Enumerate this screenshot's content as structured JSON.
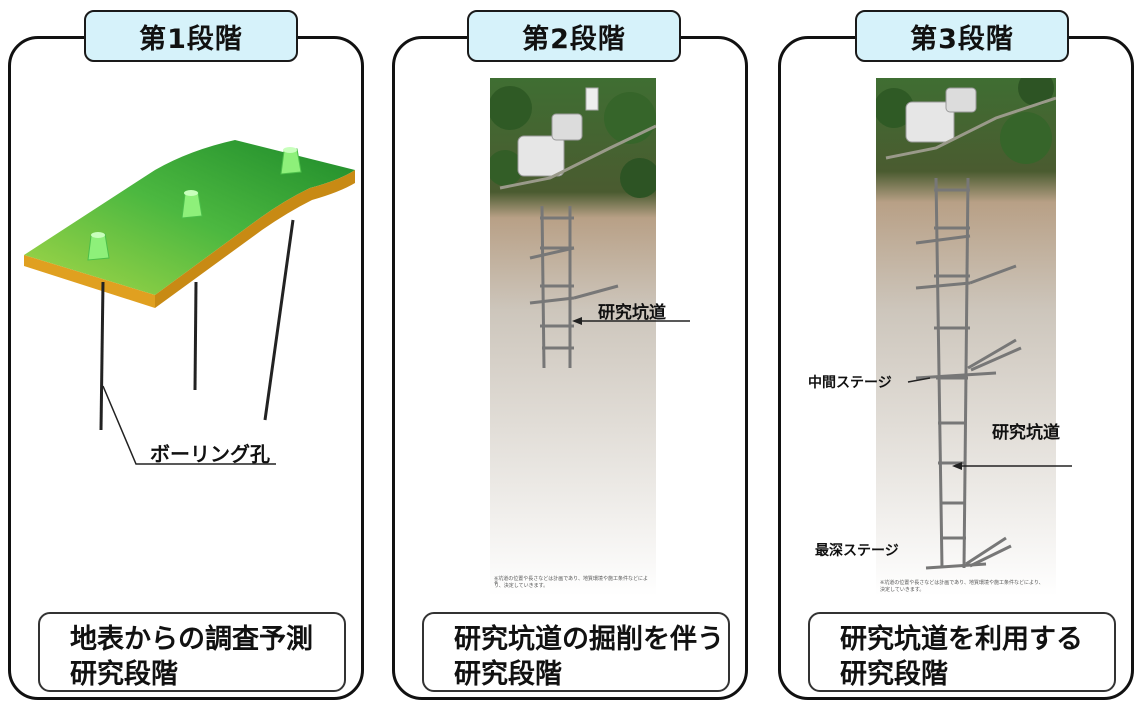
{
  "stages": [
    {
      "label": "第1段階",
      "caption_line1": "地表からの調査予測",
      "caption_line2": "研究段階",
      "annotation": "ボーリング孔"
    },
    {
      "label": "第2段階",
      "caption_line1": "研究坑道の掘削を伴う",
      "caption_line2": "研究段階",
      "annotation": "研究坑道",
      "photo_note": "※坑道の位置や長さなどは計画であり、地質環境や施工条件などにより、決定していきます。"
    },
    {
      "label": "第3段階",
      "caption_line1": "研究坑道を利用する",
      "caption_line2": "研究段階",
      "annotation_mid_stage": "中間ステージ",
      "annotation_tunnel": "研究坑道",
      "annotation_deep_stage": "最深ステージ",
      "photo_note": "※坑道の位置や長さなどは計画であり、地質環境や施工条件などにより、決定していきます。"
    }
  ],
  "colors": {
    "label_bg": "#d6f2fa",
    "terrain_top": "#4cb840",
    "terrain_side": "#e0a020",
    "tower": "#8ef07a"
  }
}
